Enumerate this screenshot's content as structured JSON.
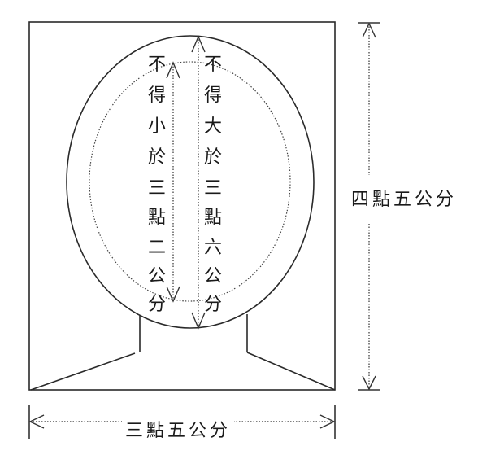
{
  "diagram": {
    "subject": "photo size specification",
    "colors": {
      "line": "#2a2a2a",
      "dotted": "#444444",
      "background": "#ffffff"
    },
    "labels": {
      "height": "四點五公分",
      "width": "三點五公分",
      "head_min": [
        "不",
        "得",
        "小",
        "於",
        "三",
        "點",
        "二",
        "公",
        "分"
      ],
      "head_max": [
        "不",
        "得",
        "大",
        "於",
        "三",
        "點",
        "六",
        "公",
        "分"
      ]
    },
    "dimensions": {
      "photo_height": "四點五公分",
      "photo_width": "三點五公分",
      "head_min_length": "不得小於三點二公分",
      "head_max_length": "不得大於三點六公分"
    }
  }
}
